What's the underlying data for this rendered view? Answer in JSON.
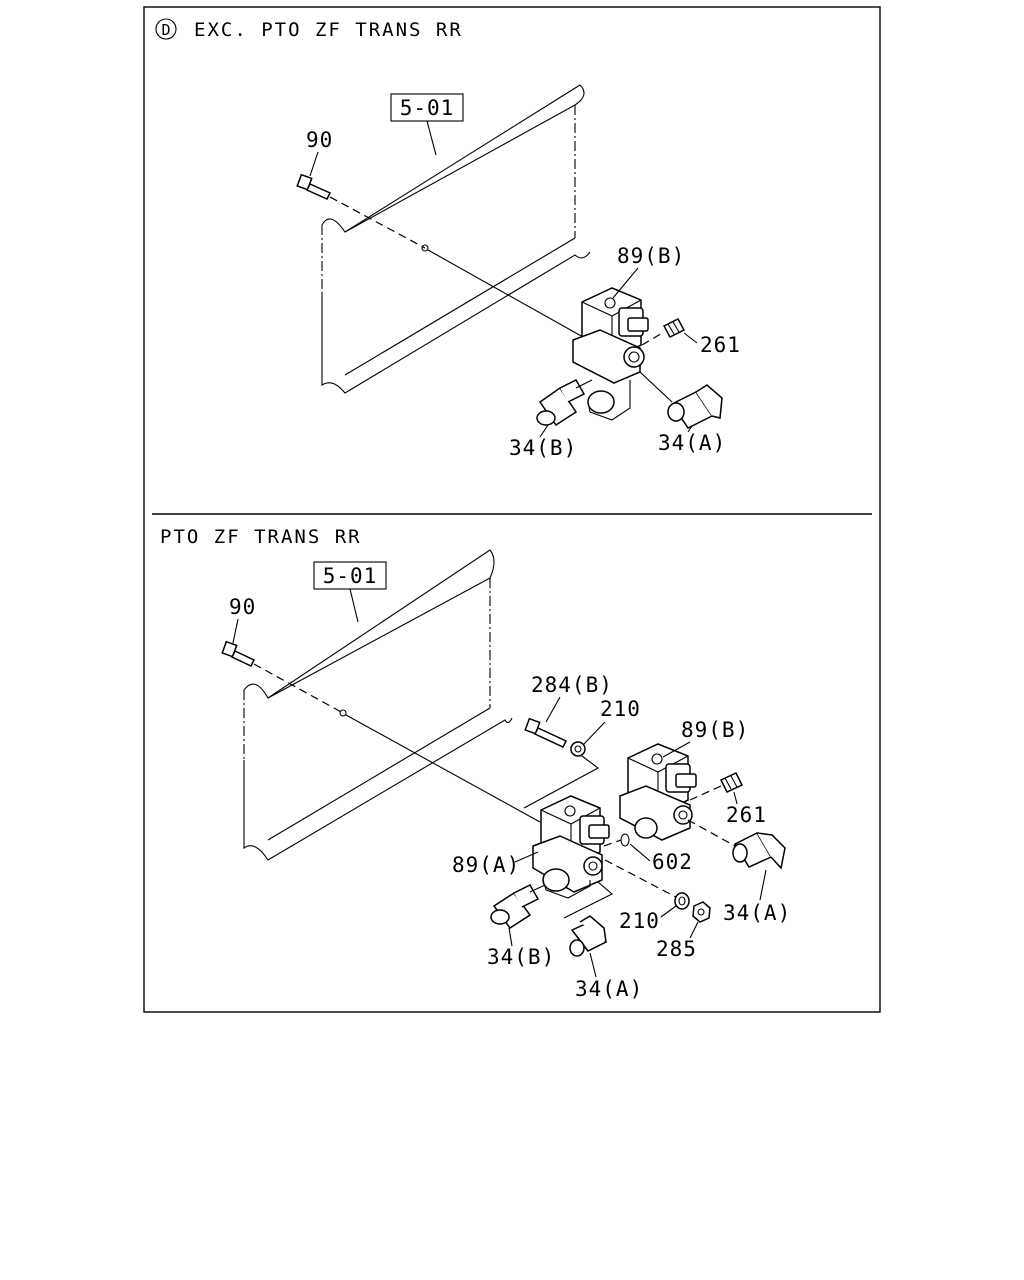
{
  "panels": [
    {
      "marker": "D",
      "title": "EXC. PTO ZF TRANS RR",
      "ref_box": "5-01",
      "callouts": {
        "bolt": "90",
        "valve_b": "89(B)",
        "plug": "261",
        "fitting_b": "34(B)",
        "fitting_a": "34(A)"
      }
    },
    {
      "title": "PTO ZF TRANS RR",
      "ref_box": "5-01",
      "callouts": {
        "bolt": "90",
        "bolt_long": "284(B)",
        "washer_top": "210",
        "valve_b": "89(B)",
        "plug": "261",
        "valve_a": "89(A)",
        "oring": "602",
        "fitting_a_right": "34(A)",
        "washer_bottom": "210",
        "nut": "285",
        "fitting_b": "34(B)",
        "fitting_a_bottom": "34(A)"
      }
    }
  ]
}
